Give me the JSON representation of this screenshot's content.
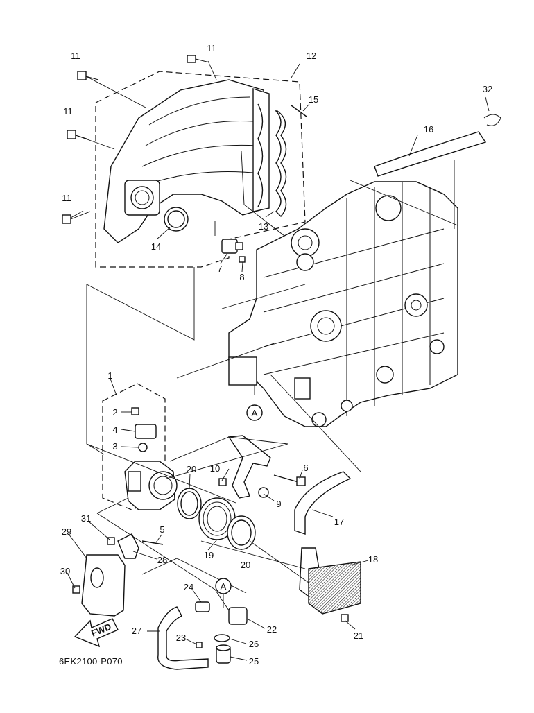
{
  "diagram": {
    "part_code": "6EK2100-P070",
    "fwd_label": "FWD",
    "ref_marker": "A",
    "callouts": [
      "1",
      "2",
      "3",
      "4",
      "5",
      "6",
      "7",
      "8",
      "9",
      "10",
      "11",
      "11",
      "11",
      "11",
      "12",
      "13",
      "14",
      "15",
      "16",
      "17",
      "18",
      "19",
      "20",
      "20",
      "21",
      "22",
      "23",
      "24",
      "25",
      "26",
      "27",
      "28",
      "29",
      "30",
      "31",
      "32"
    ]
  },
  "colors": {
    "ink": "#111111",
    "paper": "#ffffff"
  }
}
